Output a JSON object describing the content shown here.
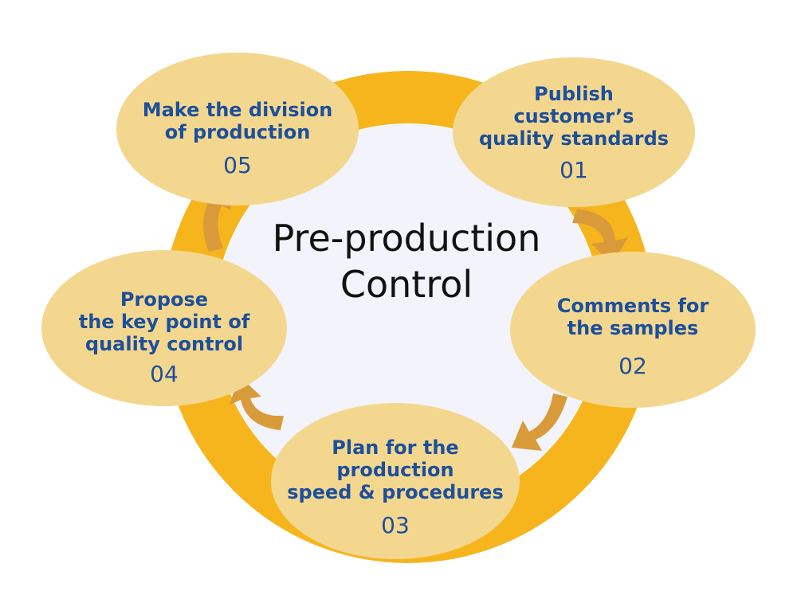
{
  "title": {
    "lines": [
      "Pre-production",
      "Control"
    ]
  },
  "steps": [
    {
      "lines": [
        "Publish",
        "customer’s",
        "quality standards"
      ],
      "number": "01"
    },
    {
      "lines": [
        "Comments for",
        "the samples"
      ],
      "number": "02"
    },
    {
      "lines": [
        "Plan for the",
        "production",
        "speed & procedures"
      ],
      "number": "03"
    },
    {
      "lines": [
        "Propose",
        "the key point of",
        "quality control"
      ],
      "number": "04"
    },
    {
      "lines": [
        "Make the division",
        "of production"
      ],
      "number": "05"
    }
  ],
  "colors": {
    "ring": "#f6b51c",
    "ellipse": "#f4d78f",
    "arrow": "#d99a3a",
    "inner": "#f3f4fb",
    "text": "#1c4f9c",
    "title": "#111111"
  }
}
